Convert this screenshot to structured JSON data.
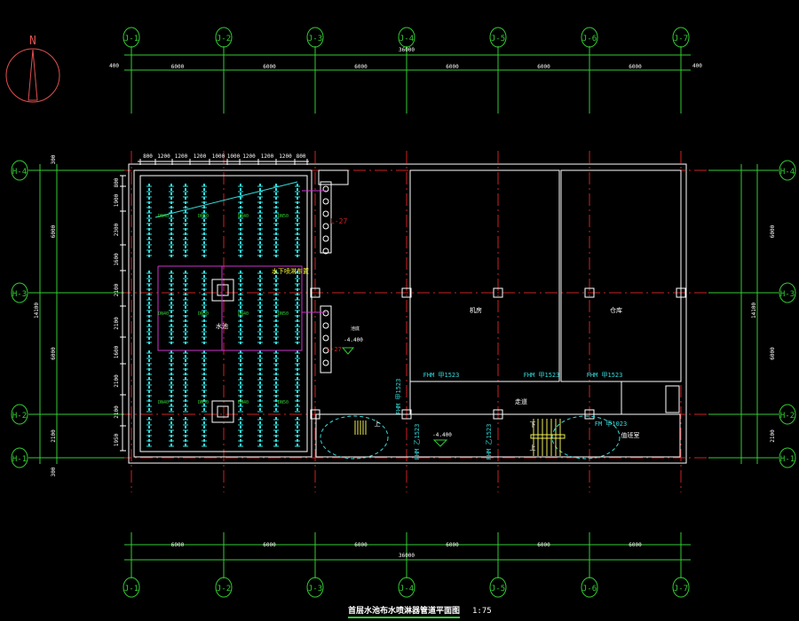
{
  "drawing": {
    "title": "首层水池布水喷淋器管道平面图",
    "scale": "1:75",
    "north_label": "N"
  },
  "axes": {
    "columns": [
      "J-1",
      "J-2",
      "J-3",
      "J-4",
      "J-5",
      "J-6",
      "J-7"
    ],
    "rows": [
      "H-4",
      "H-3",
      "H-2",
      "H-1"
    ]
  },
  "dimensions": {
    "top_total": "36000",
    "top_segments": [
      "6000",
      "6000",
      "6000",
      "6000",
      "6000",
      "6000"
    ],
    "top_ends": [
      "400",
      "400"
    ],
    "bottom_total": "36000",
    "bottom_segments": [
      "6000",
      "6000",
      "6000",
      "6000",
      "6000",
      "6000"
    ],
    "side_total": "14100",
    "side_segments": [
      "6000",
      "6000",
      "2100"
    ],
    "side_ends": [
      "300",
      "300"
    ],
    "pool_top": [
      "800",
      "1200",
      "1200",
      "1200",
      "1000",
      "1000",
      "1200",
      "1200",
      "1200",
      "800"
    ],
    "pool_left": [
      "800",
      "1900",
      "2300",
      "1600",
      "2100",
      "2100",
      "1600",
      "2100",
      "2100",
      "1950"
    ]
  },
  "labels": {
    "pool_room": "水池",
    "room_a": "机房",
    "room_b": "仓库",
    "corridor": "走道",
    "room_c": "值班室",
    "riser_1": "L-27",
    "riser_2": "L-27",
    "elev_1": "-4.400",
    "elev_2": "-4.400",
    "pool_note": "水下喷淋布置",
    "elev_note": "池底",
    "stair_up_1": "上",
    "stair_up_2": "上",
    "stair_down": "下",
    "pipe": "DN40",
    "pipe2": "DN50"
  },
  "doors": {
    "d1": "FHM 甲1523",
    "d2": "FHM 甲1523",
    "d3": "FHM 甲1523",
    "d4": "FHM 甲1523",
    "d5": "FHM 乙1523",
    "d6": "FHM 乙1523",
    "d7": "FM 甲1023"
  },
  "colors": {
    "axis": "#33cc33",
    "wall": "#ffffff",
    "centerline": "#cc2222",
    "sprinkler": "#33dddd",
    "pipe": "#cc33cc",
    "tag": "#33cc33",
    "note": "#ffff33"
  }
}
